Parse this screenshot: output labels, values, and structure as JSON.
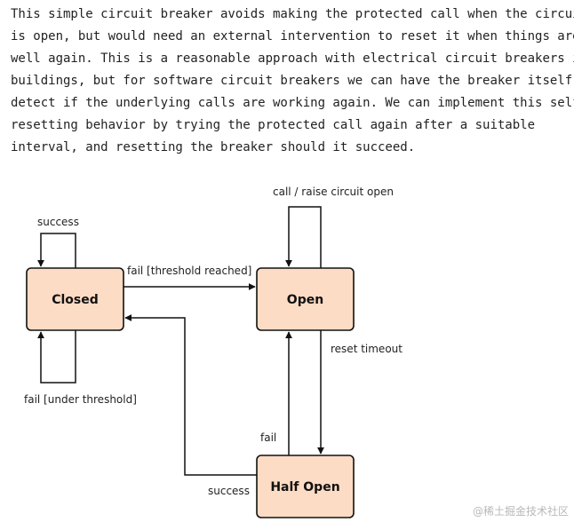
{
  "paragraph": {
    "lines": [
      "This simple circuit breaker avoids making the protected call when the circuit",
      "is open, but would need an external intervention to reset it when things are",
      "well again. This is a reasonable approach with electrical circuit breakers in",
      "buildings, but for software circuit breakers we can have the breaker itself",
      "detect if the underlying calls are working again. We can implement this self-",
      "resetting behavior by trying the protected call again after a suitable",
      "interval, and resetting the breaker should it succeed."
    ]
  },
  "diagram": {
    "colors": {
      "state_fill": "#fcdcc4",
      "stroke": "#111111"
    },
    "states": {
      "closed": "Closed",
      "open": "Open",
      "half_open": "Half Open"
    },
    "transitions": {
      "closed_success": "success",
      "closed_fail_under": "fail [under threshold]",
      "closed_to_open": "fail [threshold reached]",
      "open_self": "call / raise circuit open",
      "open_reset_timeout": "reset timeout",
      "half_open_fail": "fail",
      "half_open_success": "success"
    }
  },
  "watermark": "@稀土掘金技术社区"
}
